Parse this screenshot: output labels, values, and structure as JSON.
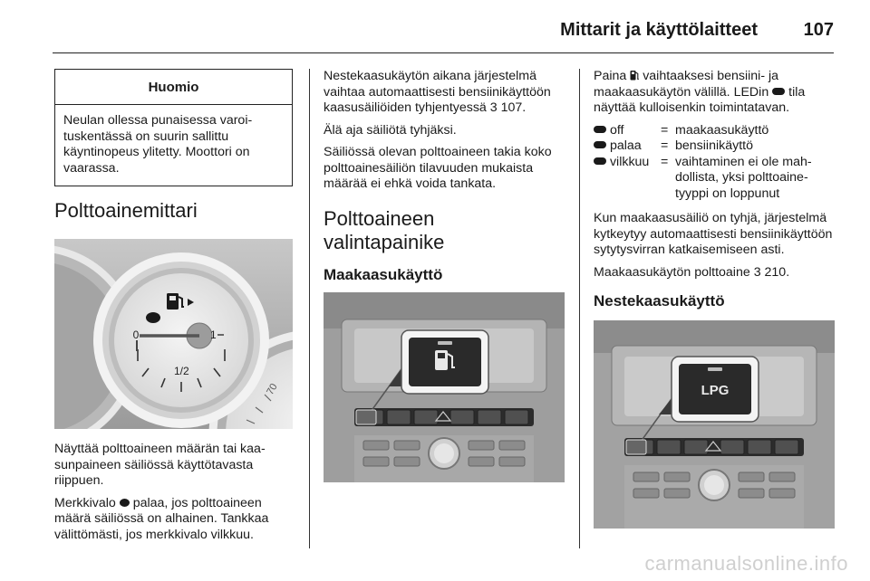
{
  "header": {
    "title": "Mittarit ja käyttölaitteet",
    "page_number": "107"
  },
  "notice": {
    "heading": "Huomio",
    "body": "Neulan ollessa punaisessa varoi­tuskentässä on suurin sallittu käyntinopeus ylitetty. Moottori on vaarassa."
  },
  "fuel_gauge": {
    "heading": "Polttoainemittari",
    "figure": {
      "scale_empty": "0",
      "scale_half": "1/2",
      "scale_full": "1",
      "speedo_label": "70"
    },
    "para1": "Näyttää polttoaineen määrän tai kaa­sunpaineen säiliössä käyttötavasta riippuen.",
    "para2_before": "Merkkivalo",
    "para2_after": "palaa, jos polttoaineen määrä säiliössä on alhainen. Tank­kaa välittömästi, jos merkkivalo vilk­kuu."
  },
  "col2": {
    "para1_text": "Nestekaasukäytön aikana järjes­telmä vaihtaa automaattisesti bensii­nikäyttöön kaasusäiliöiden tyhjen­tyessä",
    "para1_ref": "107.",
    "para2": "Älä aja säiliötä tyhjäksi.",
    "para3": "Säiliössä olevan polttoaineen takia koko polttoainesäiliön tilavuuden mu­kaista määrää ei ehkä voida tankata.",
    "heading": "Polttoaineen valintapainike",
    "subheading": "Maakaasukäyttö"
  },
  "col3": {
    "intro_a": "Paina",
    "intro_b": "vaihtaaksesi bensiini- ja maakaasukäytön välillä. LEDin",
    "intro_c": "tila näyttää kulloisenkin toimintatavan.",
    "led_table": [
      {
        "state": "off",
        "eq": "=",
        "meaning": "maakaasukäyttö"
      },
      {
        "state": "palaa",
        "eq": "=",
        "meaning": "bensiinikäyttö"
      },
      {
        "state": "vilkkuu",
        "eq": "=",
        "meaning": "vaihtaminen ei ole mah­dollista, yksi polttoaine­tyyppi on loppunut"
      }
    ],
    "para2": "Kun maakaasusäiliö on tyhjä, järjes­telmä kytkeytyy automaattisesti ben­siinikäyttöön sytytysvirran katkaise­miseen asti.",
    "para3_text": "Maakaasukäytön polttoaine",
    "para3_ref": "210.",
    "subheading": "Nestekaasukäyttö",
    "lpg_button_label": "LPG"
  },
  "ref_arrow": "3",
  "watermark": "carmanualsonline.info"
}
